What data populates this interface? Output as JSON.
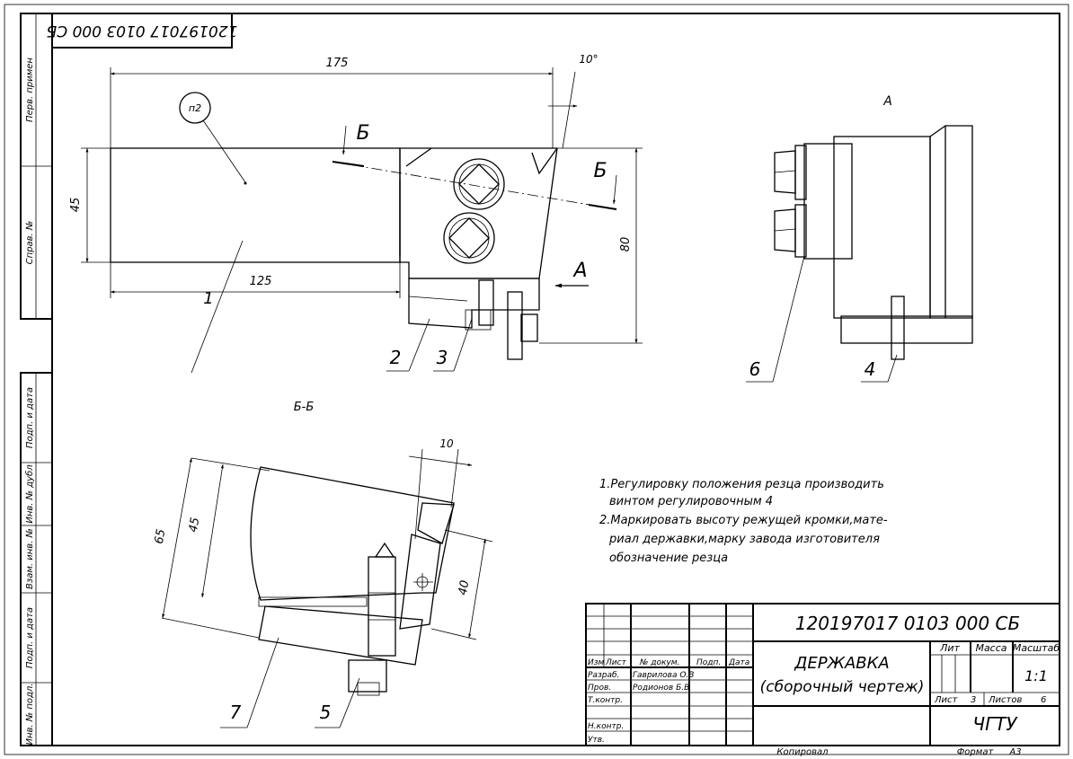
{
  "stamp_code_rotated": "120197017 0103 000 СБ",
  "side_column": {
    "perv_primen": "Перв. примен",
    "sprav": "Справ. №",
    "podp_data_1": "Подп. и дата",
    "inv_dubl": "Инв. № дубл",
    "vzam_inv": "Взам. инв. №",
    "podp_data_2": "Подп. и дата",
    "inv_podl": "Инв. № подл."
  },
  "view_main": {
    "dim_175": "175",
    "dim_125": "125",
    "dim_45": "45",
    "dim_80": "80",
    "dim_angle": "10°",
    "position_label": "п2",
    "section_mark_left": "Б",
    "section_mark_right": "Б",
    "view_arrow_label": "А",
    "callouts": [
      "1",
      "2",
      "3"
    ]
  },
  "view_a": {
    "title": "А",
    "callouts": [
      "6",
      "4"
    ]
  },
  "section_bb": {
    "title": "Б-Б",
    "dim_65": "65",
    "dim_45": "45",
    "dim_10": "10",
    "dim_40": "40",
    "callouts": [
      "7",
      "5"
    ]
  },
  "notes": {
    "line1": "1.Регулировку положения резца производить",
    "line2": "винтом регулировочным 4",
    "line3": "2.Маркировать высоту режущей кромки,мате-",
    "line4": "риал державки,марку завода изготовителя",
    "line5": "обозначение резца"
  },
  "title_block": {
    "designation": "120197017 0103 000 СБ",
    "name_line1": "ДЕРЖАВКА",
    "name_line2": "(сборочный чертеж)",
    "hdr_izm": "Изм",
    "hdr_list": "Лист",
    "hdr_doc": "№ докум.",
    "hdr_podp": "Подп.",
    "hdr_data": "Дата",
    "razrab": "Разраб.",
    "razrab_name": "Гаврилова О.В",
    "prov": "Пров.",
    "prov_name": "Родионов Б.В",
    "tkontr": "Т.контр.",
    "nkontr": "Н.контр.",
    "utv": "Утв.",
    "lit": "Лит",
    "massa": "Масса",
    "masshtab": "Масштаб",
    "scale_value": "1:1",
    "list_label": "Лист",
    "list_value": "3",
    "listov_label": "Листов",
    "listov_value": "6",
    "org": "ЧГТУ"
  },
  "footer": {
    "kopiroval": "Копировал",
    "format": "Формат",
    "format_value": "А3"
  }
}
